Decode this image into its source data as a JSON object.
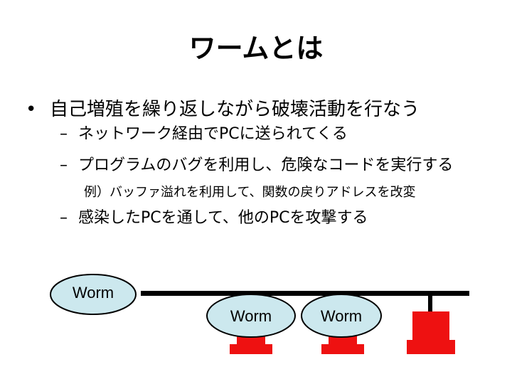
{
  "title": "ワームとは",
  "bullet": {
    "marker": "•",
    "text": "自己増殖を繰り返しながら破壊活動を行なう"
  },
  "subitems": [
    {
      "marker": "–",
      "text": "ネットワーク経由でPCに送られてくる"
    },
    {
      "marker": "–",
      "text": "プログラムのバグを利用し、危険なコードを実行する"
    },
    {
      "marker": "–",
      "text": "感染したPCを通して、他のPCを攻撃する"
    }
  ],
  "example": "例）バッファ溢れを利用して、関数の戻りアドレスを改変",
  "diagram": {
    "worms": [
      "Worm",
      "Worm",
      "Worm"
    ],
    "colors": {
      "worm_fill": "#cce8ee",
      "worm_stroke": "#000000",
      "pc_fill": "#ee1111",
      "network_line": "#000000"
    }
  }
}
